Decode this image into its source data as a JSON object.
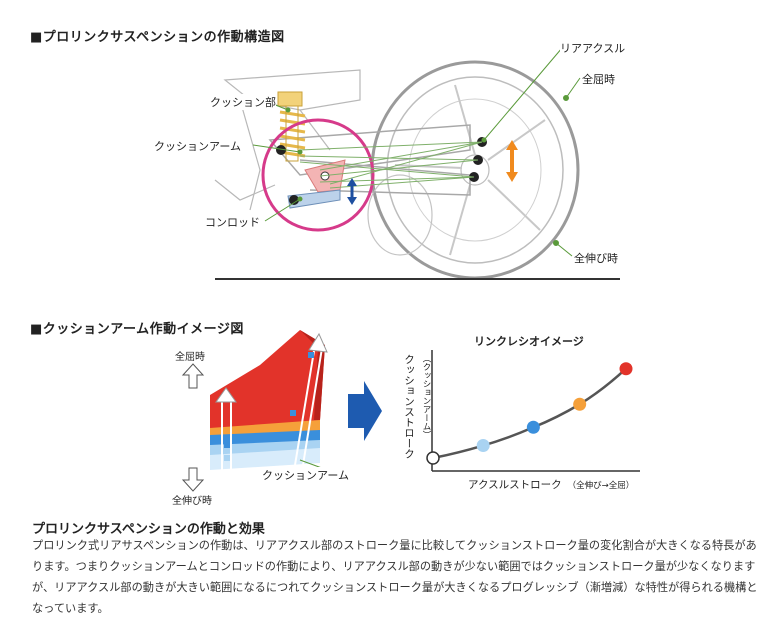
{
  "sections": {
    "structure_title": "■プロリンクサスペンションの作動構造図",
    "arm_title": "■クッションアーム作動イメージ図"
  },
  "structure_labels": {
    "rear_axle": "リアアクスル",
    "full_bump": "全屈時",
    "cushion": "クッション部",
    "cushion_arm": "クッションアーム",
    "con_rod": "コンロッド",
    "full_extend": "全伸び時"
  },
  "arm_image": {
    "full_bump": "全屈時",
    "full_extend": "全伸び時",
    "cushion_arm": "クッションアーム"
  },
  "colors": {
    "magenta_circle": "#d63a8a",
    "orange_arrow": "#f08a1e",
    "blue_arrow": "#1e4fa0",
    "green_lines": "#7fb06a",
    "arm_red": "#e2332a",
    "arm_orange": "#f5a03a",
    "arm_blue": "#3a8fdc",
    "arm_lightblue": "#a9d3f2",
    "pointer_green": "#5a9a3a"
  },
  "chart_data": {
    "type": "line",
    "title": "リンクレシオイメージ",
    "xlabel": "アクスルストローク",
    "xlabel_note": "（全伸び→全屈）",
    "ylabel": "クッションストローク",
    "ylabel_note": "（クッションアーム）",
    "points": [
      {
        "x": 0,
        "y": 0,
        "color": "#ffffff"
      },
      {
        "x": 0.26,
        "y": 0.13,
        "color": "#a9d3f2"
      },
      {
        "x": 0.52,
        "y": 0.32,
        "color": "#3a8fdc"
      },
      {
        "x": 0.76,
        "y": 0.56,
        "color": "#f5a03a"
      },
      {
        "x": 1.0,
        "y": 0.93,
        "color": "#e2332a"
      }
    ]
  },
  "description": {
    "title": "プロリンクサスペンションの作動と効果",
    "body": "プロリンク式リアサスペンションの作動は、リアアクスル部のストローク量に比較してクッションストローク量の変化割合が大きくなる特長があります。つまりクッションアームとコンロッドの作動により、リアアクスル部の動きが少ない範囲ではクッションストローク量が少なくなりますが、リアアクスル部の動きが大きい範囲になるにつれてクッションストローク量が大きくなるプログレッシブ（漸増減）な特性が得られる機構となっています。"
  }
}
